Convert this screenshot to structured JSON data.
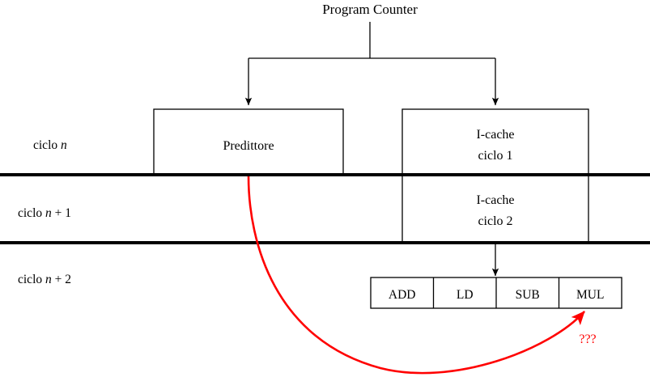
{
  "diagram": {
    "title": "Program Counter",
    "cycle_labels": [
      {
        "id": "ciclo-n",
        "text": "ciclo n"
      },
      {
        "id": "ciclo-n1",
        "text": "ciclo n + 1"
      },
      {
        "id": "ciclo-n2",
        "text": "ciclo n + 2"
      }
    ],
    "blocks": [
      {
        "id": "predittore",
        "line1": "Predittore",
        "line2": ""
      },
      {
        "id": "icache-1",
        "line1": "I-cache",
        "line2": "ciclo 1"
      },
      {
        "id": "icache-2",
        "line1": "I-cache",
        "line2": "ciclo 2"
      }
    ],
    "instruction_cells": [
      {
        "id": "cell-add",
        "text": "ADD"
      },
      {
        "id": "cell-ld",
        "text": "LD"
      },
      {
        "id": "cell-sub",
        "text": "SUB"
      },
      {
        "id": "cell-mul",
        "text": "MUL"
      }
    ],
    "annotation": {
      "text": "???",
      "color": "#ff0000"
    },
    "colors": {
      "stroke": "#000000",
      "background": "#ffffff",
      "accent_red": "#ff0000"
    },
    "icons": {
      "arrow_down": "arrow-down-icon",
      "arrow_curve": "curved-arrow-icon"
    }
  }
}
